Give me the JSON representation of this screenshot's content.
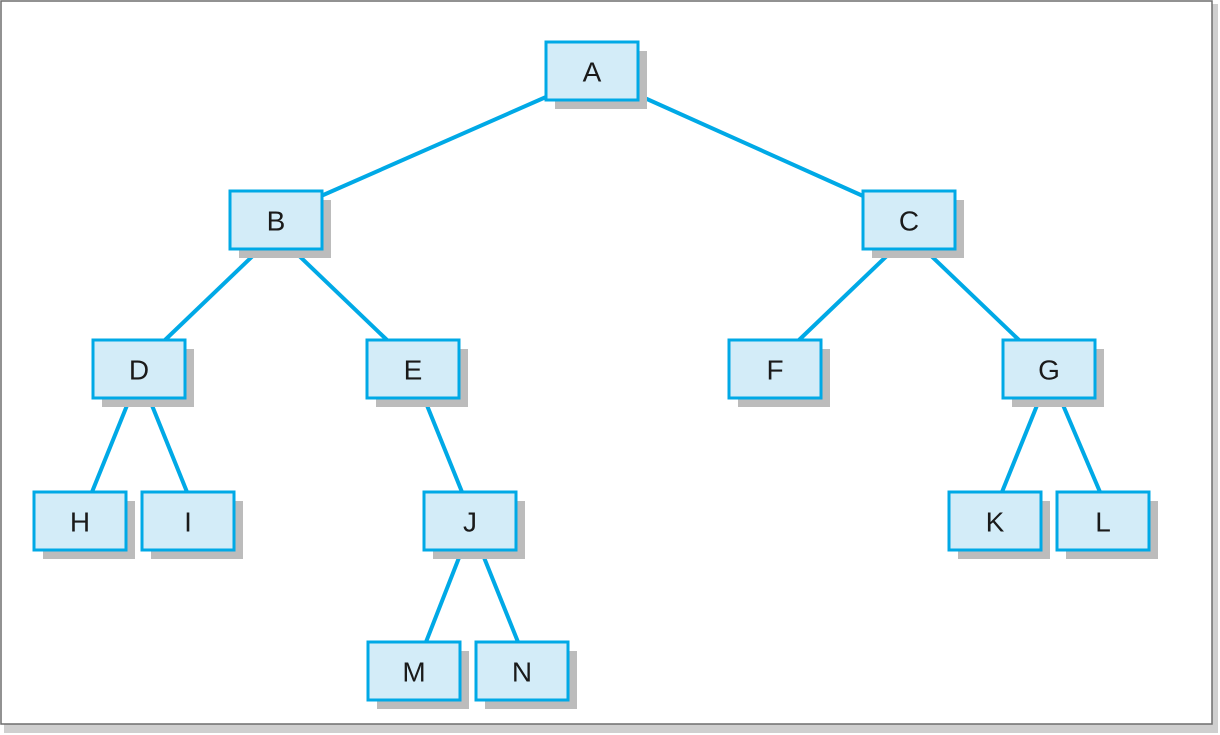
{
  "diagram": {
    "type": "tree",
    "colors": {
      "edge": "#00a9e6",
      "node_fill": "#d3ecf8",
      "node_border": "#00a9e6",
      "node_shadow": "#bcbcbc",
      "label": "#1a1a1a"
    },
    "nodes": [
      {
        "id": "A",
        "label": "A"
      },
      {
        "id": "B",
        "label": "B"
      },
      {
        "id": "C",
        "label": "C"
      },
      {
        "id": "D",
        "label": "D"
      },
      {
        "id": "E",
        "label": "E"
      },
      {
        "id": "F",
        "label": "F"
      },
      {
        "id": "G",
        "label": "G"
      },
      {
        "id": "H",
        "label": "H"
      },
      {
        "id": "I",
        "label": "I"
      },
      {
        "id": "J",
        "label": "J"
      },
      {
        "id": "K",
        "label": "K"
      },
      {
        "id": "L",
        "label": "L"
      },
      {
        "id": "M",
        "label": "M"
      },
      {
        "id": "N",
        "label": "N"
      }
    ],
    "edges": [
      {
        "from": "A",
        "to": "B"
      },
      {
        "from": "A",
        "to": "C"
      },
      {
        "from": "B",
        "to": "D"
      },
      {
        "from": "B",
        "to": "E"
      },
      {
        "from": "C",
        "to": "F"
      },
      {
        "from": "C",
        "to": "G"
      },
      {
        "from": "D",
        "to": "H"
      },
      {
        "from": "D",
        "to": "I"
      },
      {
        "from": "E",
        "to": "J"
      },
      {
        "from": "G",
        "to": "K"
      },
      {
        "from": "G",
        "to": "L"
      },
      {
        "from": "J",
        "to": "M"
      },
      {
        "from": "J",
        "to": "N"
      }
    ]
  }
}
